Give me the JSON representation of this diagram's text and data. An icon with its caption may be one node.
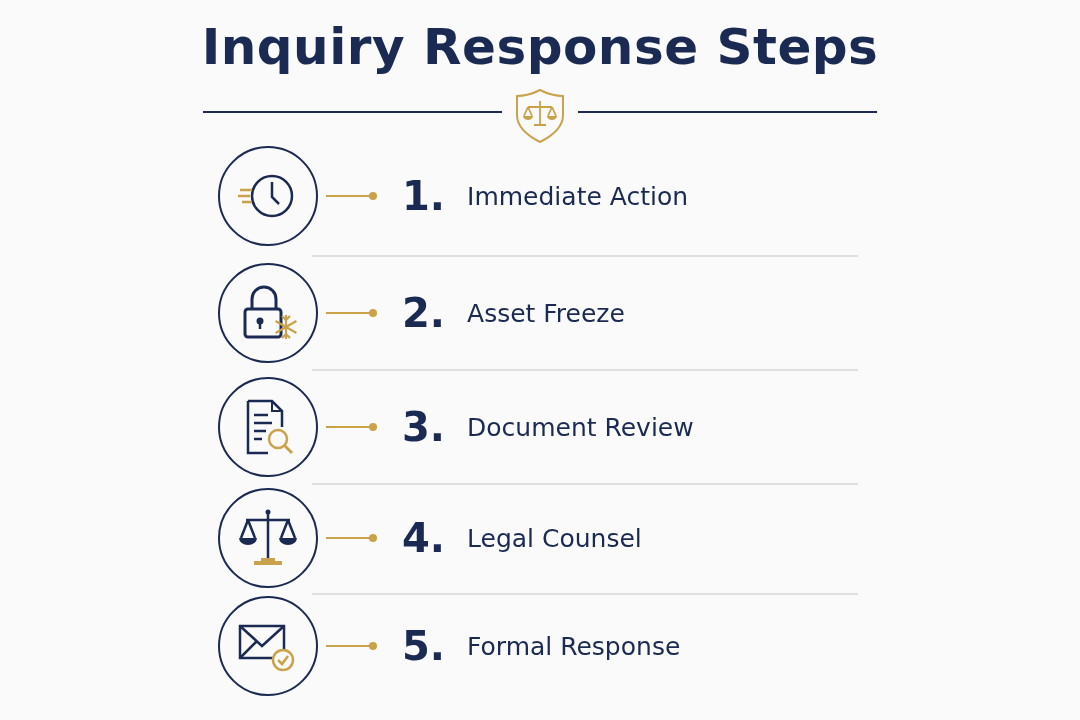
{
  "diagram": {
    "title": "Inquiry Response Steps",
    "nodes": [
      {
        "text": [],
        "shape": "circle"
      },
      {
        "text": [
          "1.",
          "Immediate Action"
        ]
      },
      {
        "text": [],
        "shape": "circle"
      },
      {
        "text": [
          "2.",
          "Asset Freeze"
        ]
      },
      {
        "text": [],
        "shape": "circle"
      },
      {
        "text": [
          "3.",
          "Document Review"
        ]
      },
      {
        "text": [],
        "shape": "circle"
      },
      {
        "text": [
          "4.",
          "Legal Counsel"
        ]
      },
      {
        "text": [],
        "shape": "circle"
      },
      {
        "text": [
          "5.",
          "Formal Response"
        ]
      }
    ],
    "edges": [
      {
        "from": 0,
        "to": 1,
        "arrow": "other"
      },
      {
        "from": 2,
        "to": 3,
        "arrow": "other"
      },
      {
        "from": 4,
        "to": 5,
        "arrow": "other"
      },
      {
        "from": 6,
        "to": 7,
        "arrow": "other"
      },
      {
        "from": 8,
        "to": 9,
        "arrow": "other"
      }
    ]
  }
}
